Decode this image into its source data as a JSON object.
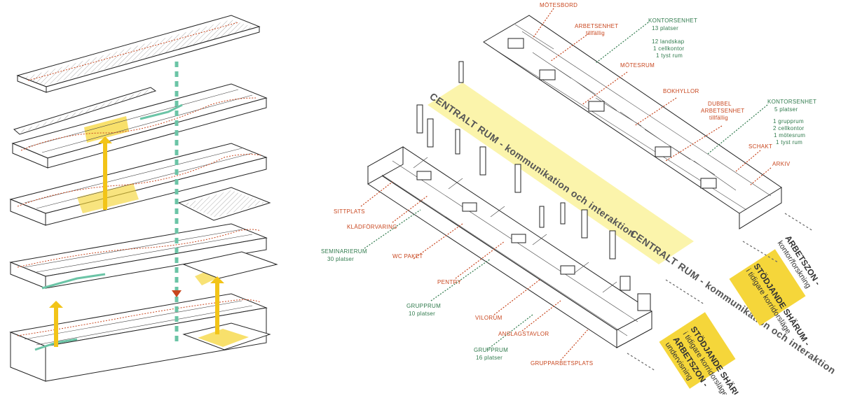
{
  "colors": {
    "office_zone": "#f7d8c4",
    "teaching_zone": "#d9eee2",
    "central_band": "#fbf3a6",
    "highlight_yellow": "#f5d63a",
    "arrow_yellow": "#f2c418",
    "vertical_green": "#6bc4a6",
    "red_label": "#c8461e",
    "green_label": "#2f7a4c"
  },
  "labels_red": [
    {
      "id": "motesbord",
      "text": "MÖTESBORD"
    },
    {
      "id": "arbetsenhet",
      "text": "ARBETSENHET"
    },
    {
      "id": "arbetsenhet-sub",
      "text": "tillfällig"
    },
    {
      "id": "motesrum",
      "text": "MÖTESRUM"
    },
    {
      "id": "bokhyllor",
      "text": "BOKHYLLOR"
    },
    {
      "id": "dubbel-1",
      "text": "DUBBEL"
    },
    {
      "id": "dubbel-2",
      "text": "ARBETSENHET"
    },
    {
      "id": "dubbel-3",
      "text": "tillfällig"
    },
    {
      "id": "schakt",
      "text": "SCHAKT"
    },
    {
      "id": "arkiv",
      "text": "ARKIV"
    },
    {
      "id": "sittplats",
      "text": "SITTPLATS"
    },
    {
      "id": "kladforvaring",
      "text": "KLÄDFÖRVARING"
    },
    {
      "id": "wc-paket",
      "text": "WC PAKET"
    },
    {
      "id": "pentry",
      "text": "PENTRY"
    },
    {
      "id": "vilorum",
      "text": "VILORUM"
    },
    {
      "id": "anslagstavlor",
      "text": "ANSLAGSTAVLOR"
    },
    {
      "id": "grupparbetsplats",
      "text": "GRUPPARBETSPLATS"
    }
  ],
  "labels_green": [
    {
      "id": "kontorsenhet13",
      "text": "KONTORSENHET"
    },
    {
      "id": "kontorsenhet13-a",
      "text": "13 platser"
    },
    {
      "id": "kontorsenhet13-b",
      "text": "12 landskap"
    },
    {
      "id": "kontorsenhet13-c",
      "text": "1 cellkontor"
    },
    {
      "id": "kontorsenhet13-d",
      "text": "1 tyst rum"
    },
    {
      "id": "kontorsenhet5",
      "text": "KONTORSENHET"
    },
    {
      "id": "kontorsenhet5-a",
      "text": "5 platser"
    },
    {
      "id": "kontorsenhet5-b",
      "text": "1 grupprum"
    },
    {
      "id": "kontorsenhet5-c",
      "text": "2 cellkontor"
    },
    {
      "id": "kontorsenhet5-d",
      "text": "1 mötesrum"
    },
    {
      "id": "kontorsenhet5-e",
      "text": "1 tyst rum"
    },
    {
      "id": "seminarierum",
      "text": "SEMINARIERUM"
    },
    {
      "id": "seminarierum-a",
      "text": "30 platser"
    },
    {
      "id": "grupprum10",
      "text": "GRUPPRUM"
    },
    {
      "id": "grupprum10-a",
      "text": "10 platser"
    },
    {
      "id": "grupprum16",
      "text": "GRUPPRUM"
    },
    {
      "id": "grupprum16-a",
      "text": "16 platser"
    }
  ],
  "bands": {
    "central_1": "CENTRALT RUM - kommunikation och interaktion",
    "central_2": "CENTRALT RUM - kommunikation och interaktion"
  },
  "zones": {
    "arbetszon_kontor_title": "ARBETSZON -",
    "arbetszon_kontor_sub": "kontor/forskning",
    "stodjande_1_title": "STÖDJANDE SHÄRUM -",
    "stodjande_1_sub": "i tidigare korridorsläge",
    "stodjande_2_title": "STÖDJANDE SHÄRUM -",
    "stodjande_2_sub": "i tidigare korridorsläge",
    "arbetszon_undervisning_title": "ARBETSZON -",
    "arbetszon_undervisning_sub": "undervisning"
  }
}
